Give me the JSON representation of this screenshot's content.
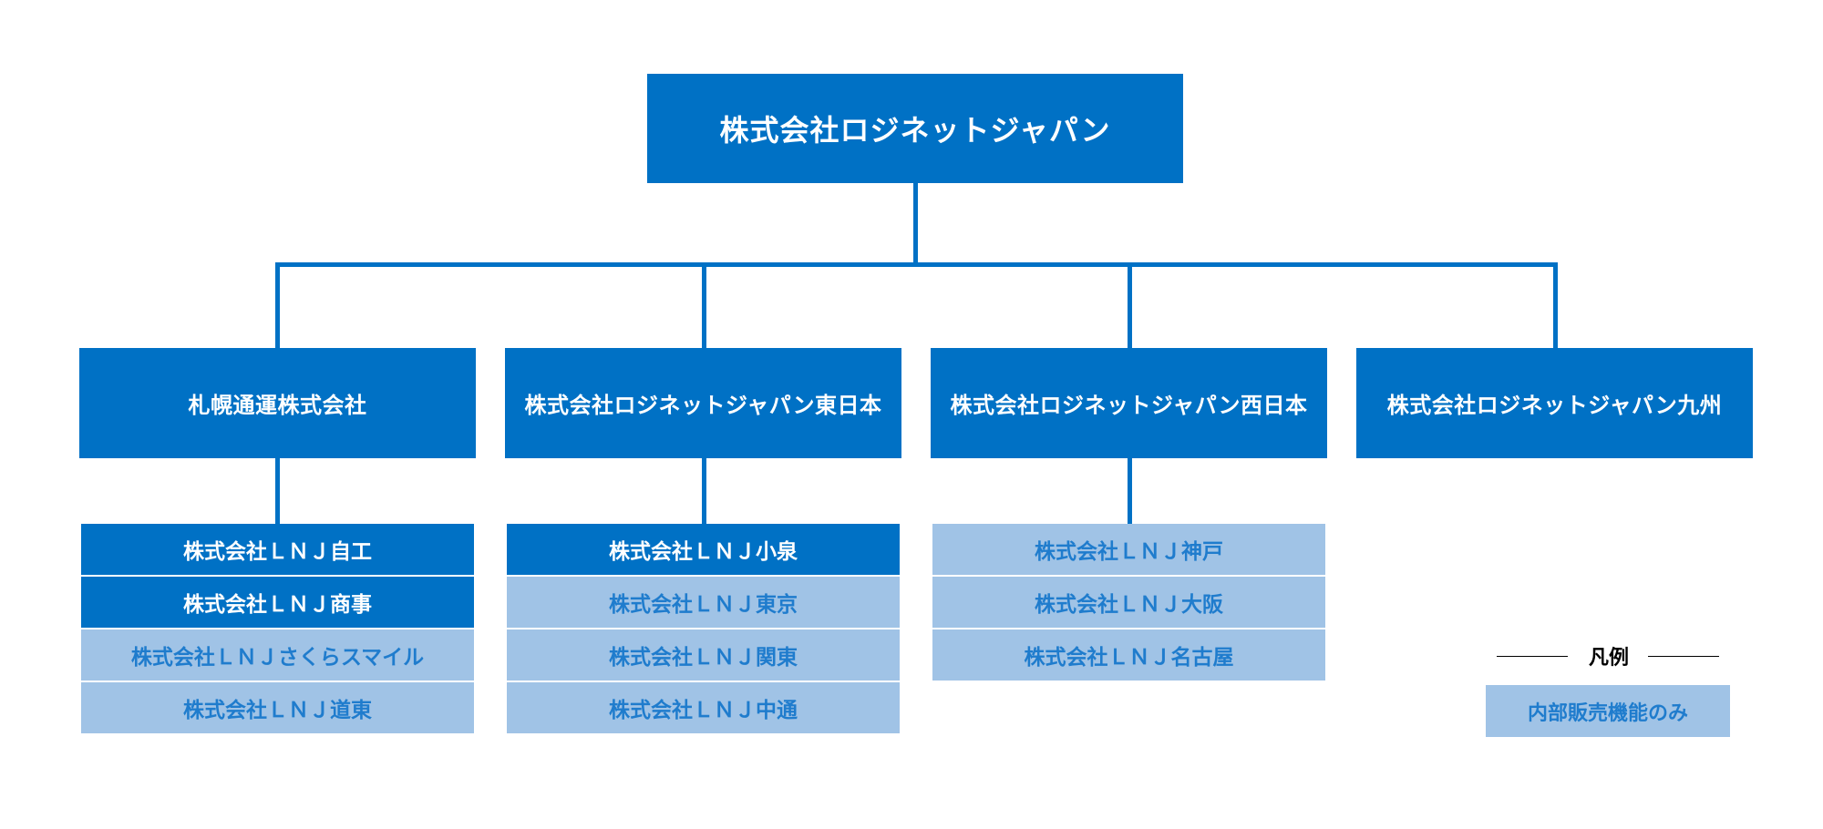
{
  "root": {
    "label": "株式会社ロジネットジャパン"
  },
  "companies": [
    {
      "label": "札幌通運株式会社",
      "subsidiaries": [
        {
          "label": "株式会社ＬＮＪ自工",
          "style": "dark"
        },
        {
          "label": "株式会社ＬＮＪ商事",
          "style": "dark"
        },
        {
          "label": "株式会社ＬＮＪさくらスマイル",
          "style": "light"
        },
        {
          "label": "株式会社ＬＮＪ道東",
          "style": "light"
        }
      ]
    },
    {
      "label": "株式会社ロジネットジャパン東日本",
      "subsidiaries": [
        {
          "label": "株式会社ＬＮＪ小泉",
          "style": "dark"
        },
        {
          "label": "株式会社ＬＮＪ東京",
          "style": "light"
        },
        {
          "label": "株式会社ＬＮＪ関東",
          "style": "light"
        },
        {
          "label": "株式会社ＬＮＪ中通",
          "style": "light"
        }
      ]
    },
    {
      "label": "株式会社ロジネットジャパン西日本",
      "subsidiaries": [
        {
          "label": "株式会社ＬＮＪ神戸",
          "style": "light"
        },
        {
          "label": "株式会社ＬＮＪ大阪",
          "style": "light"
        },
        {
          "label": "株式会社ＬＮＪ名古屋",
          "style": "light"
        }
      ]
    },
    {
      "label": "株式会社ロジネットジャパン九州",
      "subsidiaries": []
    }
  ],
  "legend": {
    "title": "凡例",
    "items": [
      {
        "label": "内部販売機能のみ",
        "style": "light"
      }
    ]
  },
  "colors": {
    "dark_box": "#0071c5",
    "light_box": "#a0c3e6",
    "light_text": "#1f7ccd",
    "connector": "#0071c5"
  }
}
